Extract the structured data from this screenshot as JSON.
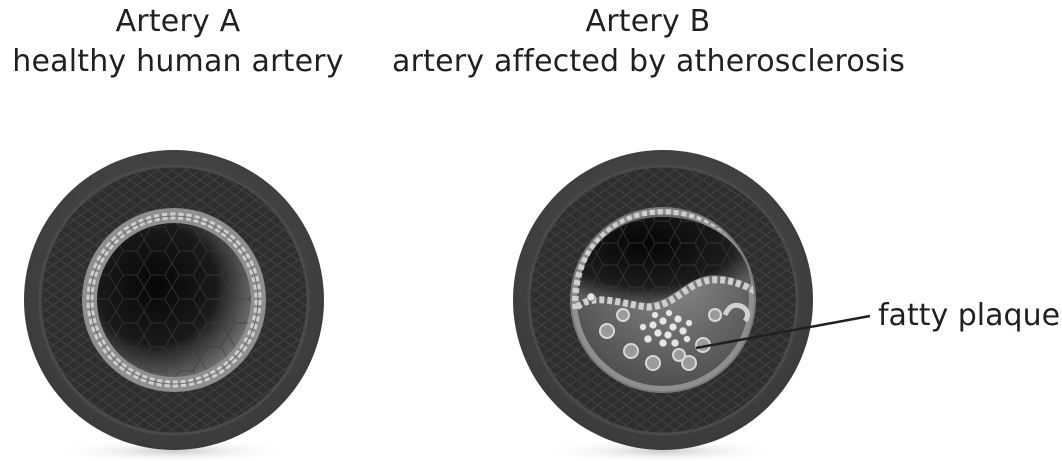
{
  "artery_a": {
    "title": "Artery A",
    "subtitle": "healthy human artery"
  },
  "artery_b": {
    "title": "Artery B",
    "subtitle": "artery affected by atherosclerosis"
  },
  "labels": {
    "fatty_plaque": "fatty plaque"
  },
  "colors": {
    "outer_wall": "#3f3f3f",
    "muscle_layer": "#2a2a2a",
    "inner_ring": "#8c8c8c",
    "lumen": "#111111",
    "plaque": "#6b6b6b",
    "text": "#231f20"
  }
}
